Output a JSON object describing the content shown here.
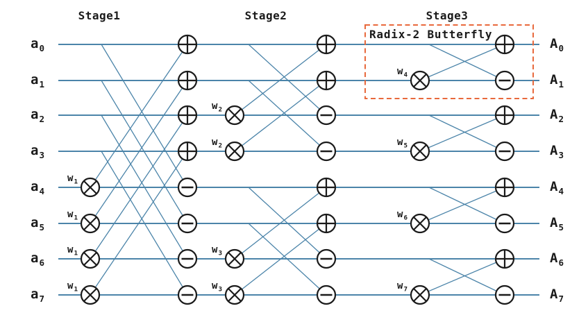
{
  "stages": [
    {
      "label": "Stage1"
    },
    {
      "label": "Stage2"
    },
    {
      "label": "Stage3"
    }
  ],
  "box": {
    "label": "Radix-2 Butterfly"
  },
  "inputs": [
    {
      "base": "a",
      "sub": "0"
    },
    {
      "base": "a",
      "sub": "1"
    },
    {
      "base": "a",
      "sub": "2"
    },
    {
      "base": "a",
      "sub": "3"
    },
    {
      "base": "a",
      "sub": "4"
    },
    {
      "base": "a",
      "sub": "5"
    },
    {
      "base": "a",
      "sub": "6"
    },
    {
      "base": "a",
      "sub": "7"
    }
  ],
  "outputs": [
    {
      "base": "A",
      "sub": "0"
    },
    {
      "base": "A",
      "sub": "1"
    },
    {
      "base": "A",
      "sub": "2"
    },
    {
      "base": "A",
      "sub": "3"
    },
    {
      "base": "A",
      "sub": "4"
    },
    {
      "base": "A",
      "sub": "5"
    },
    {
      "base": "A",
      "sub": "6"
    },
    {
      "base": "A",
      "sub": "7"
    }
  ],
  "multipliers": [
    {
      "stage": 1,
      "row": 4,
      "base": "w",
      "sub": "1"
    },
    {
      "stage": 1,
      "row": 5,
      "base": "w",
      "sub": "1"
    },
    {
      "stage": 1,
      "row": 6,
      "base": "w",
      "sub": "1"
    },
    {
      "stage": 1,
      "row": 7,
      "base": "w",
      "sub": "1"
    },
    {
      "stage": 2,
      "row": 2,
      "base": "w",
      "sub": "2"
    },
    {
      "stage": 2,
      "row": 3,
      "base": "w",
      "sub": "2"
    },
    {
      "stage": 2,
      "row": 6,
      "base": "w",
      "sub": "3"
    },
    {
      "stage": 2,
      "row": 7,
      "base": "w",
      "sub": "3"
    },
    {
      "stage": 3,
      "row": 1,
      "base": "w",
      "sub": "4"
    },
    {
      "stage": 3,
      "row": 3,
      "base": "w",
      "sub": "5"
    },
    {
      "stage": 3,
      "row": 5,
      "base": "w",
      "sub": "6"
    },
    {
      "stage": 3,
      "row": 7,
      "base": "w",
      "sub": "7"
    }
  ],
  "nodes": [
    {
      "stage": 1,
      "row": 0,
      "op": "plus"
    },
    {
      "stage": 1,
      "row": 1,
      "op": "plus"
    },
    {
      "stage": 1,
      "row": 2,
      "op": "plus"
    },
    {
      "stage": 1,
      "row": 3,
      "op": "plus"
    },
    {
      "stage": 1,
      "row": 4,
      "op": "minus"
    },
    {
      "stage": 1,
      "row": 5,
      "op": "minus"
    },
    {
      "stage": 1,
      "row": 6,
      "op": "minus"
    },
    {
      "stage": 1,
      "row": 7,
      "op": "minus"
    },
    {
      "stage": 2,
      "row": 0,
      "op": "plus"
    },
    {
      "stage": 2,
      "row": 1,
      "op": "plus"
    },
    {
      "stage": 2,
      "row": 2,
      "op": "minus"
    },
    {
      "stage": 2,
      "row": 3,
      "op": "minus"
    },
    {
      "stage": 2,
      "row": 4,
      "op": "plus"
    },
    {
      "stage": 2,
      "row": 5,
      "op": "plus"
    },
    {
      "stage": 2,
      "row": 6,
      "op": "minus"
    },
    {
      "stage": 2,
      "row": 7,
      "op": "minus"
    },
    {
      "stage": 3,
      "row": 0,
      "op": "plus"
    },
    {
      "stage": 3,
      "row": 1,
      "op": "minus"
    },
    {
      "stage": 3,
      "row": 2,
      "op": "plus"
    },
    {
      "stage": 3,
      "row": 3,
      "op": "minus"
    },
    {
      "stage": 3,
      "row": 4,
      "op": "plus"
    },
    {
      "stage": 3,
      "row": 5,
      "op": "minus"
    },
    {
      "stage": 3,
      "row": 6,
      "op": "plus"
    },
    {
      "stage": 3,
      "row": 7,
      "op": "minus"
    }
  ],
  "colors": {
    "line": "#4b84a9",
    "node": "#1a1a1a",
    "box": "#e8693c",
    "text": "#1a1a1a"
  }
}
